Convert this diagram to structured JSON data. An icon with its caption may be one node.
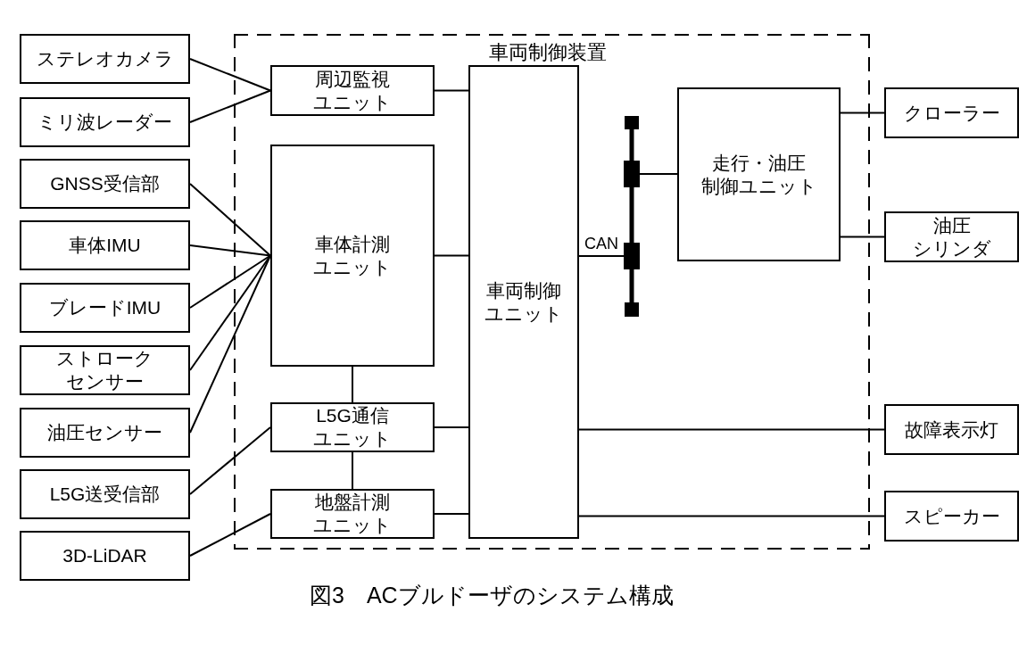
{
  "diagram": {
    "caption": "図3　ACブルドーザのシステム構成",
    "nodes": [
      {
        "text": [
          "ステレオカメラ"
        ]
      },
      {
        "text": [
          "ミリ波レーダー"
        ]
      },
      {
        "text": [
          "GNSS受信部"
        ]
      },
      {
        "text": [
          "車体IMU"
        ]
      },
      {
        "text": [
          "ブレードIMU"
        ]
      },
      {
        "text": [
          "ストロークセンサー"
        ]
      },
      {
        "text": [
          "油圧センサー"
        ]
      },
      {
        "text": [
          "L5G送受信部"
        ]
      },
      {
        "text": [
          "3D-LiDAR"
        ]
      },
      {
        "text": [
          "車両制御装置"
        ]
      },
      {
        "text": [
          "周辺監視ユニット"
        ],
        "in": 9
      },
      {
        "text": [
          "車体計測ユニット"
        ],
        "in": 9
      },
      {
        "text": [
          "L5G通信ユニット"
        ],
        "in": 9
      },
      {
        "text": [
          "地盤計測ユニット"
        ],
        "in": 9
      },
      {
        "text": [
          "車両制御ユニット"
        ],
        "in": 9
      },
      {
        "text": [],
        "shape": "bar",
        "in": 9
      },
      {
        "text": [
          "走行・油圧制御ユニット"
        ],
        "in": 9
      },
      {
        "text": [
          "クローラー"
        ]
      },
      {
        "text": [
          "油圧シリンダ"
        ]
      },
      {
        "text": [
          "故障表示灯"
        ]
      },
      {
        "text": [
          "スピーカー"
        ]
      }
    ],
    "edges": [
      {
        "from": 0,
        "to": 10,
        "arrow": "none"
      },
      {
        "from": 1,
        "to": 10,
        "arrow": "none"
      },
      {
        "from": 2,
        "to": 11,
        "arrow": "none"
      },
      {
        "from": 3,
        "to": 11,
        "arrow": "none"
      },
      {
        "from": 4,
        "to": 11,
        "arrow": "none"
      },
      {
        "from": 5,
        "to": 11,
        "arrow": "none"
      },
      {
        "from": 6,
        "to": 11,
        "arrow": "none"
      },
      {
        "from": 7,
        "to": 12,
        "arrow": "none"
      },
      {
        "from": 8,
        "to": 13,
        "arrow": "none"
      },
      {
        "from": 10,
        "to": 14,
        "arrow": "none"
      },
      {
        "from": 11,
        "to": 14,
        "arrow": "none"
      },
      {
        "from": 12,
        "to": 14,
        "arrow": "none"
      },
      {
        "from": 13,
        "to": 14,
        "arrow": "none"
      },
      {
        "from": 11,
        "to": 12,
        "arrow": "none"
      },
      {
        "from": 12,
        "to": 13,
        "arrow": "none"
      },
      {
        "from": 14,
        "to": 15,
        "arrow": "none",
        "label": "CAN"
      },
      {
        "from": 15,
        "to": 16,
        "arrow": "none"
      },
      {
        "from": 16,
        "to": 17,
        "arrow": "none"
      },
      {
        "from": 16,
        "to": 18,
        "arrow": "none"
      },
      {
        "from": 14,
        "to": 19,
        "arrow": "none"
      },
      {
        "from": 14,
        "to": 20,
        "arrow": "none"
      }
    ]
  }
}
